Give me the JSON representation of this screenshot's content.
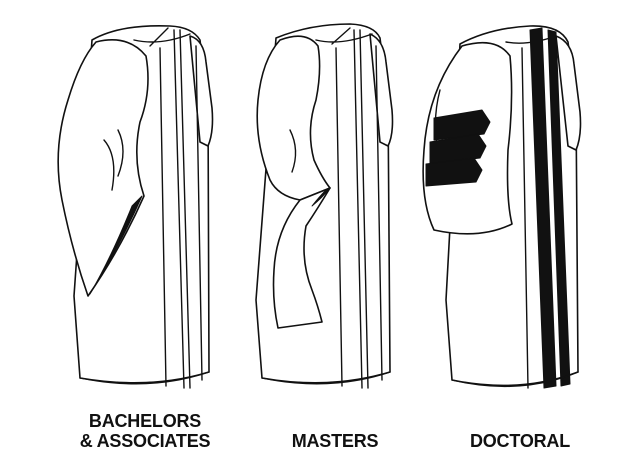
{
  "gowns": [
    {
      "id": "bachelors",
      "caption_lines": [
        "BACHELORS",
        "& ASSOCIATES"
      ]
    },
    {
      "id": "masters",
      "caption_lines": [
        "MASTERS"
      ]
    },
    {
      "id": "doctoral",
      "caption_lines": [
        "DOCTORAL"
      ],
      "sleeve_bar_count": 3
    }
  ],
  "colors": {
    "ink": "#111111",
    "paper": "#ffffff"
  }
}
